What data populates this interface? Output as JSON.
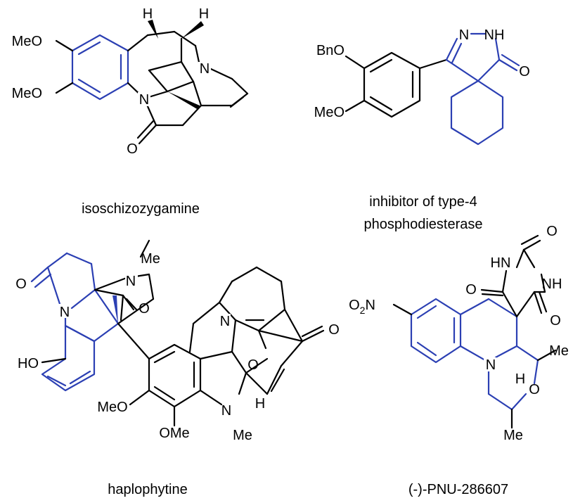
{
  "compounds": [
    {
      "name": "isoschizozygamine",
      "atoms": {
        "ome1": "MeO",
        "ome2": "MeO",
        "n1": "N",
        "n2": "N",
        "o": "O",
        "h1": "H",
        "h2": "H"
      }
    },
    {
      "name_line1": "inhibitor of type-4",
      "name_line2": "phosphodiesterase",
      "atoms": {
        "obn": "BnO",
        "ome": "MeO",
        "n1": "N",
        "nh": "NH",
        "o": "O"
      }
    },
    {
      "name": "haplophytine",
      "atoms": {
        "me1": "Me",
        "n1": "N",
        "n2": "N",
        "o1": "O",
        "o2": "O",
        "ho": "HO",
        "n3": "N",
        "o3": "O",
        "o4": "O",
        "ome1": "MeO",
        "ome2": "OMe",
        "n4": "N",
        "me2": "Me",
        "h": "H"
      }
    },
    {
      "name": "(-)-PNU-286607",
      "atoms": {
        "nitro_o": "O",
        "nitro_sub": "2",
        "nitro_n": "N",
        "hn1": "HN",
        "o1": "O",
        "nh": "NH",
        "o2": "O",
        "o3": "O",
        "n": "N",
        "h": "H",
        "o4": "O",
        "me1": "Me",
        "me2": "Me"
      }
    }
  ],
  "colors": {
    "bond": "#000000",
    "highlight": "#2b3fb3"
  }
}
